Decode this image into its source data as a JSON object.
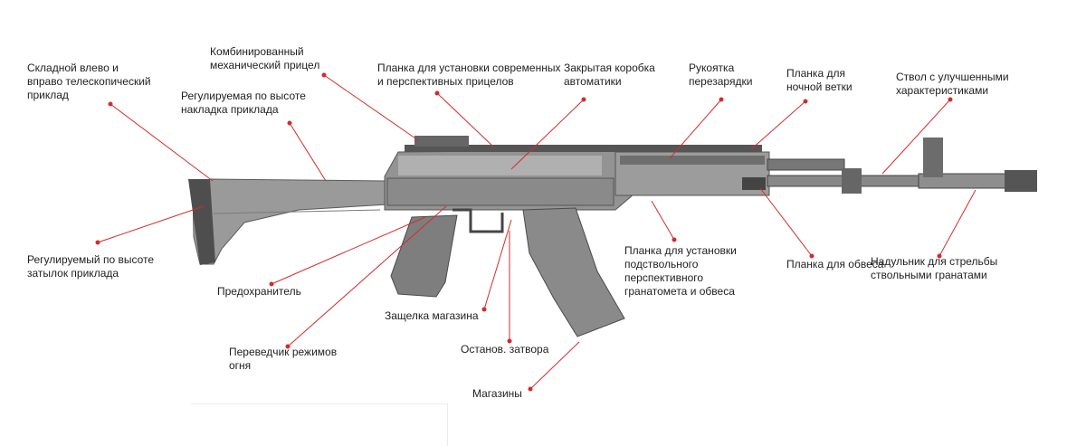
{
  "diagram": {
    "leader_color": "#d42b2b",
    "rifle_color": "#8c8c8c",
    "labels": {
      "stock_folding": "Складной влево и\nвправо телескопический\nприклад",
      "combined_sight": "Комбинированный\nмеханический прицел",
      "optics_rail": "Планка для установки современных\nи перспективных прицелов",
      "receiver_cover": "Закрытая коробка\nавтоматики",
      "charging_handle": "Рукоятка\nперезарядки",
      "night_rail": "Планка для\nночной ветки",
      "barrel": "Ствол с улучшенными\nхарактеристиками",
      "cheek_rest": "Регулируемая по высоте\nнакладка приклада",
      "butt_plate": "Регулируемый по высоте\nзатылок приклада",
      "safety": "Предохранитель",
      "fire_selector": "Переведчик режимов\nогня",
      "mag_catch": "Защелка магазина",
      "bolt_stop": "Останов. затвора",
      "magazines": "Магазины",
      "gl_rail": "Планка для установки\nподствольного\nперспективного\nгранатомета и обвеса",
      "accessory_rail": "Планка для обвеса",
      "muzzle": "Надульник для стрельбы\nствольными гранатами"
    }
  }
}
